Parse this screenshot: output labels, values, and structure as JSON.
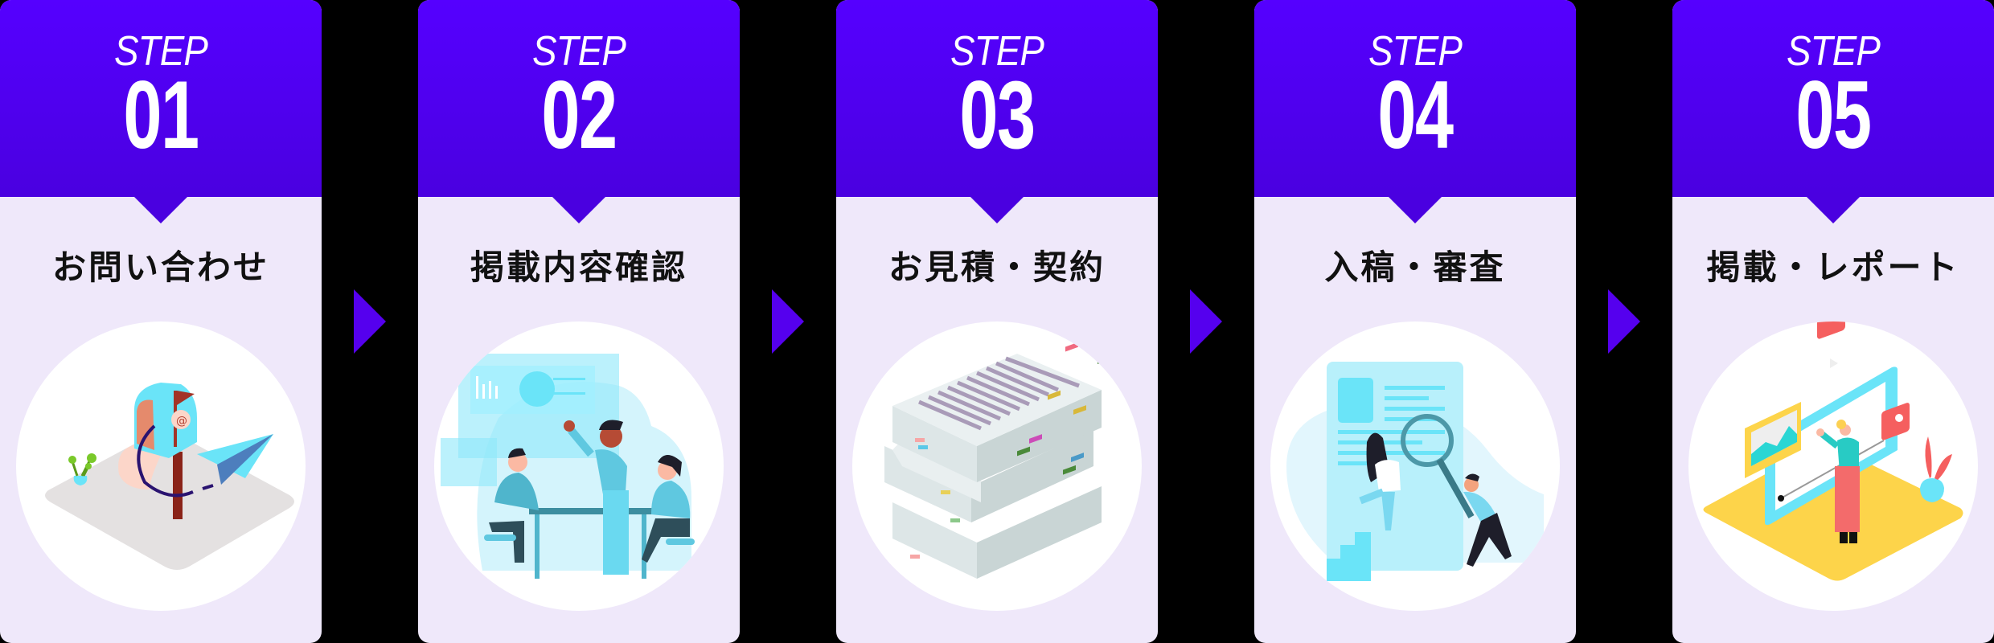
{
  "flow": {
    "step_prefix": "STEP",
    "colors": {
      "header_top": "#5500ff",
      "header_bottom": "#4a00e0",
      "card_body": "#efe8fa",
      "arrow": "#5500ee",
      "title_text": "#111111",
      "page_background": "#000000"
    },
    "steps": [
      {
        "number": "01",
        "title": "お問い合わせ",
        "illustration": "mailbox-with-paper-plane"
      },
      {
        "number": "02",
        "title": "掲載内容確認",
        "illustration": "team-meeting-with-charts"
      },
      {
        "number": "03",
        "title": "お見積・契約",
        "illustration": "stack-of-documents"
      },
      {
        "number": "04",
        "title": "入稿・審査",
        "illustration": "magnifying-glass-document-review"
      },
      {
        "number": "05",
        "title": "掲載・レポート",
        "illustration": "video-media-report"
      }
    ],
    "connectors": [
      "arrow-right",
      "arrow-right",
      "arrow-right",
      "arrow-right"
    ]
  }
}
